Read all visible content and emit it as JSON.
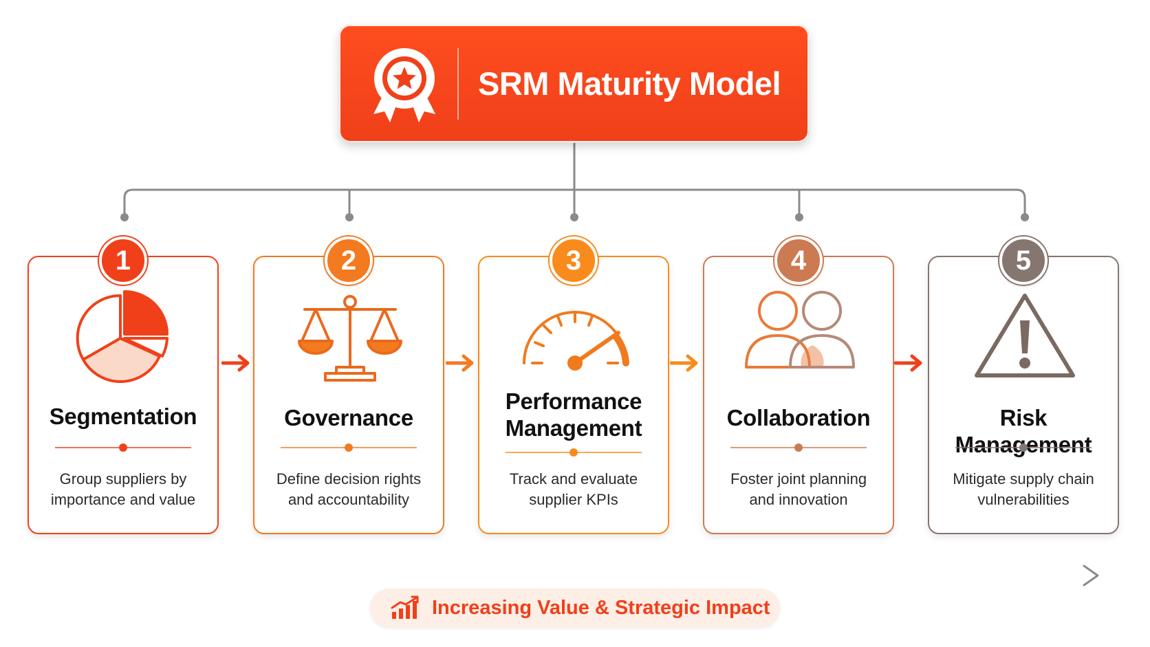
{
  "title": "SRM Maturity Model",
  "colors": {
    "accent": "#f0401a",
    "step1": "#f0401a",
    "step2": "#f37a1f",
    "step3": "#f88b1c",
    "step4": "#cc7a52",
    "step5": "#857670",
    "connector": "#8a8a8a"
  },
  "title_icon": "award-ribbon-icon",
  "stages": [
    {
      "number": "1",
      "title_lines": [
        "Segmentation"
      ],
      "description_lines": [
        "Group suppliers by",
        "importance and value"
      ],
      "icon": "pie-chart-icon"
    },
    {
      "number": "2",
      "title_lines": [
        "Governance"
      ],
      "description_lines": [
        "Define decision rights",
        "and accountability"
      ],
      "icon": "balance-scale-icon"
    },
    {
      "number": "3",
      "title_lines": [
        "Performance",
        "Management"
      ],
      "description_lines": [
        "Track and evaluate",
        "supplier KPIs"
      ],
      "icon": "speedometer-gauge-icon"
    },
    {
      "number": "4",
      "title_lines": [
        "Collaboration"
      ],
      "description_lines": [
        "Foster joint planning",
        "and innovation"
      ],
      "icon": "two-people-icon"
    },
    {
      "number": "5",
      "title_lines": [
        "Risk Management"
      ],
      "description_lines": [
        "Mitigate supply chain",
        "vulnerabilities"
      ],
      "icon": "warning-triangle-icon"
    }
  ],
  "impact": {
    "label": "Increasing Value & Strategic Impact",
    "icon": "growth-bar-chart-icon"
  }
}
